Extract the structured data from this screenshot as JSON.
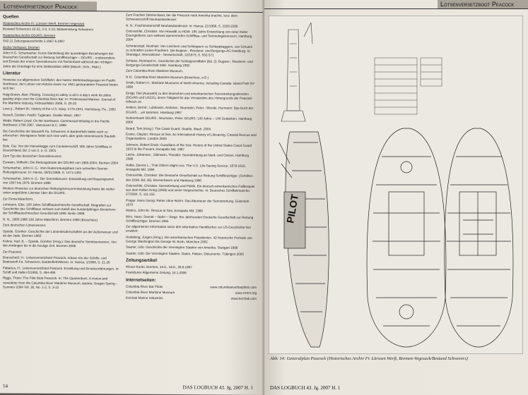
{
  "header_left": {
    "prefix": "Lotsenversetzboot ",
    "name": "Peacock"
  },
  "header_right": {
    "prefix": "Lotsenversetzboot ",
    "name": "Peacock"
  },
  "left_col1": {
    "quellen_title": "Quellen",
    "quellen": [
      "Historisches Archiv Fr. Lürssen Werft, Bremen-Vegesack",
      "Bestand Schwerers 10-22, 2-3, 2-10, Bildsammlung Schwerers",
      "Historisches Archiv DGzRS, Bremen",
      "S42-11 Zeitungsausschnitte 5.1967-6.1967",
      "Archiv Verfasser, Bremen",
      "John H.G. Schumacher, Kurze Darstellung der auswärtigen Beziehungen der Deutschen Gesellschaft zur Rettung Schiffbrüchiger – DGzRS – insbesondere seit Einsatz der ersten Seenotkreuzer mit Tochterboot während der richtigen Jahre als Unterlage für eine Doktorarbeit 1983 (Masch. Schr., Mskr.)"
    ],
    "literatur_title": "Literatur",
    "literatur": [
      "Hinweise zur allgemeinen Schiffahrt, den harten Wetterbedingungen im Pacific Northwest, den Lotsen von Astoria sowie zur 1841 gestrandeten Peacock finden sich bei:",
      "Haig-Brown, Alan: Piloting. Crossing to safety is all in a day's work for pilots guiding ships over the Columbia River Bar. In: Professional Mariner. Journal of the Maritime Industry, Februar/März 2006, S. 20-23",
      "Love jr., Robert W.: History of the U.S. Navy. 1775-1941. Harrisburg, Pa., 1992",
      "Newell, Gordon: Pacific Tugboats. Seattle Wash. 1957",
      "Webb, Robert Lloyd: On the Northwest. Commercial Whaling in the Pacific Northwest 1790-1967. Vancouver B.C. 1988",
      "Die Geschichte der Bauwerft Fa. Schwerers in Bardenfleth bleibt noch zu erforschen. Wenigstens findet sich eine wohl, aber grob rekonstruierte Bautafe bei:",
      "Bole, Cai: Von der Hansekogge zum Containerschiff. 500 Jahre Schiffbau in Deutschland, Bd. 2 von 2. o. O. 2001",
      "Zum Typ des deutschen Seenotkreuzers:",
      "Esmann, Wilhelm: Die Rettungsboote der DGzRS von 1865-2004. Bremen 2004",
      "Schumacher, John H. G.: Vom Ruderrettungsboot zum schnellen Seenot-Rettungskreuzer. In: Hansa, 30/31/1968, S. 1471-1481",
      "Schumacher, John H. G.: Der Seenotkreuzer. Entwicklung und Bauprogramm von 1957 bis 1979. Bremen 1986",
      "Weitere Hinweise zur deutschen Rettungskreuzerentwicklung bietet die weiter unten angeführte Literatur über die DGzRS.",
      "Zur Firma Maierform:",
      "Lehmann, Eike: 100 Jahre Schiffbautechnische Gesellschaft. Biografien zur Geschichte des Schiffbaus verfasst zum Anlaß des hundertjährigen Bestehens der Schiffbautechnischen Gesellschaft 1899. Berlin 1999",
      "N. N., 1866-1966 100 Jahre Maierform. Bremen 1966 (Broschüre)",
      "Zum deutschen Lotsenwesen:",
      "Speide, Günther: Geschichte der Lotsenbrüderschaften an der Außenweser und an der Jade. Bremen 1983",
      "Kühne, Karl, B. – Speide, Günther (Hrsg.): Das deutsche Seelotsenwesen. Von den Anfängen bis in die heutige Zeit. Bremen 2006",
      "Zur Peacock:",
      "Branscheid, H.: Lotsenversetzboot Peacock, erbaut von der Schiffs- und Bootswerft Fa. Schwerers, Bardenfleth/Weser. In: Hansa, 1/1968, S. 21-26",
      "Fabarius, H.: Lotsenversetzboot Peacock. Erstellung und Einsatzerfahrungen. In: Schiff und Hafen 6/1969, S. 494-499",
      "Riggs, Thom: The Pilot Boat Peacock. In: The Quarterdeck. A review and newsletter from the Columbia River Maritime Museum, Astoria, Oregon Spring – Summer 2004 Vol. 30, No. 1-2, S. 3-12"
    ]
  },
  "left_col2": [
    "Zum Frachter Dittmersland, der die Peacock nach Amerika brachte, bzw. dem Schwesterschiff Neuhaarlandersiel:",
    "N. N.: Frachtmotorschiff Neuhaarlandersiel. In: Hansa, 21/1968, S. 2203-2206",
    "Ostersehlte, Christian: Von Howaldt zu HDW. 165 Jahre Entwicklung von einer Kieler Eisengießerei zum weltweit operierenden Schiffbau- und Technologiekonzern. Hamburg 2004",
    "Schmelzkopf, Reinhart: Von Leichtern und Schleppern zu Schleppbaggern, von Schuten zu schnellen Linien-Frachtern. Die Bugsier-, Reederei- und Bergungs-AG Hamburg. In: Strandgut. International – Seewirtschaft, 12/1973, S. 552-571",
    "Schieke, Reinhard H.: Geschichte der Schleppschiffahrt (Bd. 2): Bugsier-, Reederei- und Bergungs-Gesellschaft mbH. Hamburg 1992",
    "Zum Columbia River Maritime Museum:",
    "N.N.: Columbia River Maritime Museum (Broschüre, o.D.)",
    "Smith, Robert H.: Maritime Museums of North America. Including Canada. Island Park NY 1990",
    "Einige Titel (Auswahl) zu den deutschen und amerikanischen Seenotrettungsdiensten (DGzRS und USCG), deren Tätigkeit für das Verständnis des Hintergrunds der Peacock hilfreich ist:",
    "Anders, Bernd ; Lubkowitz, Andreas ; Neumann, Peter ; Wende, Hermann: Das Buch der DGzRS …wir kommen. Hamburg 1997",
    "Autorenteam DGzRS ; Neumann, Peter: DGzRS. 140 Jahre – 140 Gedanken. Hamburg 2005",
    "Beard, Tom (Hrsg.): The Coast Guard. Seattle, Wash. 2004",
    "Evans, Clayton: Rescue at Sea. An International History of Lifesaving, Coastal Rescue and Organisations. London 2003",
    "Johnson, Robert Erwin: Guardians of the Sea. History of the United States Coast Guard 1915 to the Present. Annapolis Md. 1987",
    "Lache, Johannes ; Zollmann, Theodor: Seenotrettung an Nord- und Ostsee. Hamburg 1998",
    "Noble, Dennis L.: That Others Might Live. The U.S. Life-Saving Service, 1878-1915. Annapolis Md. 1994",
    "Ostersehlte, Christian: Die Deutsche Gesellschaft zur Rettung Schiffbrüchiger. (Schriften des DSM, Bd. 26). Bremerhaven und Hamburg 1990",
    "Ostersehlte, Christian: Seenotrettung und Politik. Ein deutsch-amerikanisches Fallbeispiel aus dem Kalten Krieg (1959) und seine Vorgeschichte. In: Deutsches Schiffahrtsarchiv 27/2004, S. 111-152",
    "Prager, Hans Georg: Retter ohne Ruhm. Das Abenteuer der Seenotrettung. Gütersloh 1970",
    "Waters, John M.: Rescue at Sea. Annapolis Md. 1989",
    "Wirz, Hans: Seenot – Opfer – Siege. Ein Jahrhundert Deutsche Gesellschaft zur Rettung Schiffbrüchiger. Bremen 1965",
    "Zur allgemeinen Information seien drei informative Handbücher zur US-Geschichte hier erwähnt:",
    "Heideking, Jürgen (Hrsg.): Die amerikanischen Präsidenten. 42 historische Portraits von George Washington bis George W. Bush. München 2002",
    "Sautter, Udo: Geschichte der Vereinigten Staaten von Amerika. Stuttgart 1998",
    "Sautter, Udo: Die Vereinigten Staaten. Daten, Fakten, Dokumente. Tübingen 2000"
  ],
  "zeitungsartikel_title": "Zeitungsartikel",
  "zeitungsartikel": [
    "Weser-Kurier, Bremen, 15.6., 16.6., 26.6.1967",
    "Frankfurter Allgemeine Zeitung, 24.1.2006"
  ],
  "internet_title": "Internetseiten:",
  "internet": [
    {
      "name": "Columbia River Bar Pilots",
      "url": "www.columbiariverbarpilots.com"
    },
    {
      "name": "Columbia River Maritime Museum",
      "url": "www.crmm.org"
    },
    {
      "name": "Kvichak Marine Industries",
      "url": "www.kvichak.com"
    }
  ],
  "footer_left": {
    "page": "14",
    "magazine": "DAS LOGBUCH 43. Jg. 2007 H. 1"
  },
  "footer_right": {
    "magazine": "DAS LOGBUCH 43. Jg. 2007 H. 1"
  },
  "plan_label": "PILOT",
  "caption": "Abb. 14: Generalplan Peacock (Historisches Archiv Fr. Lürssen Werft, Bremen-Vegesack/Bestand Schwerers)"
}
